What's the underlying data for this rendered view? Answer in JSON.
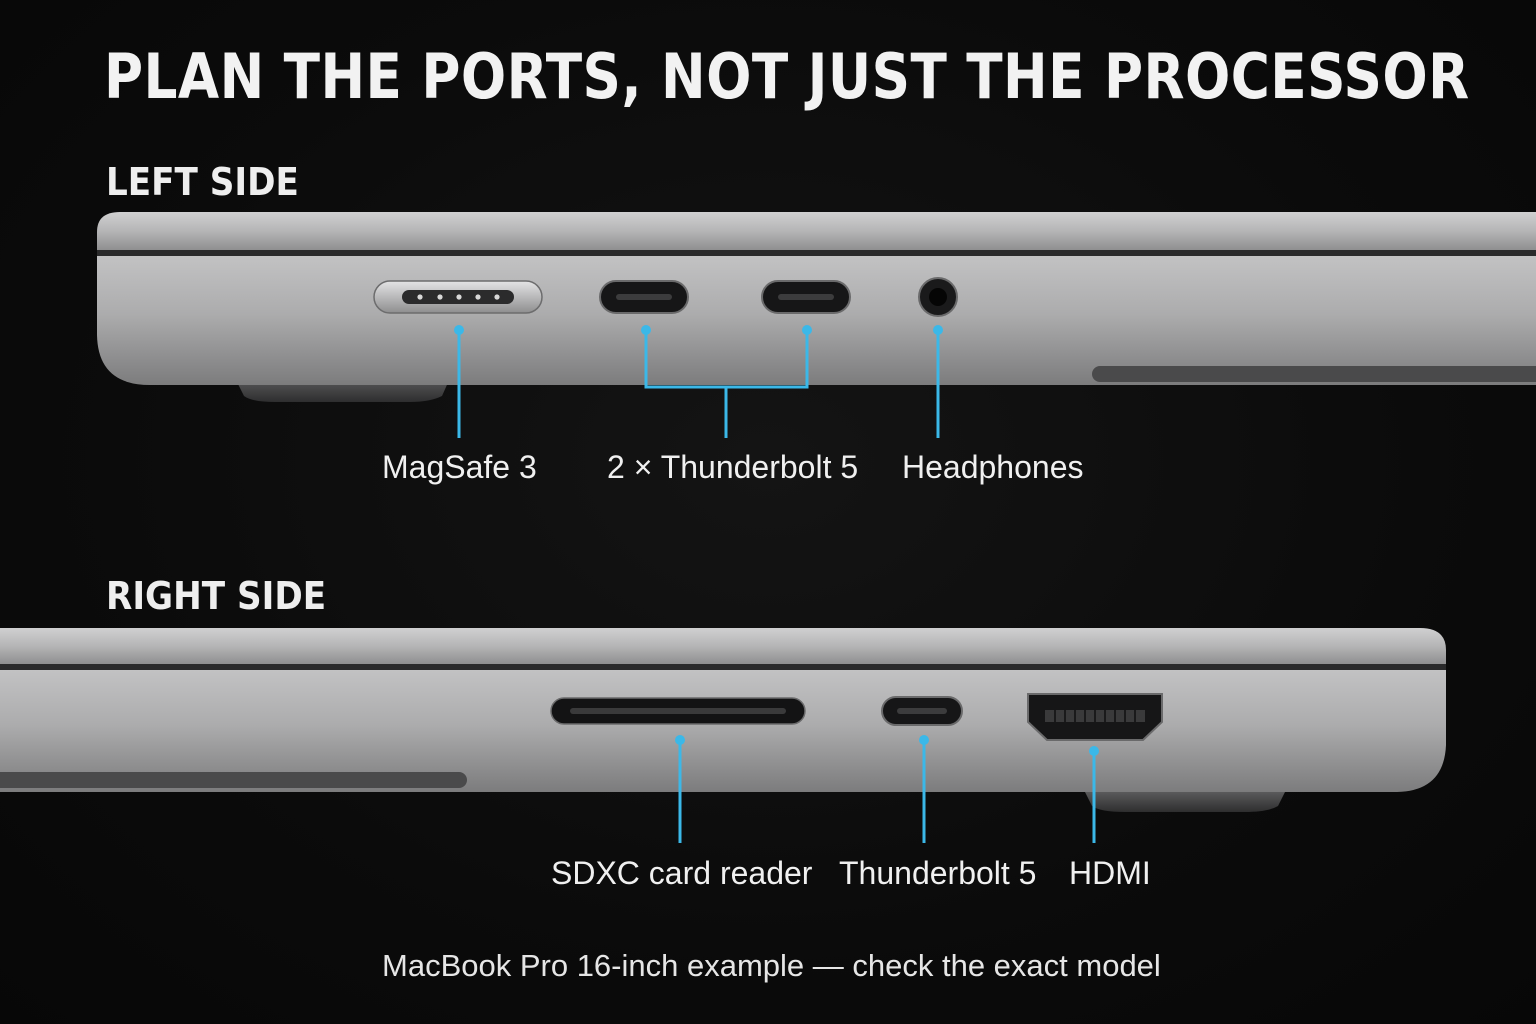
{
  "title": "PLAN THE PORTS, NOT JUST THE PROCESSOR",
  "left_side": {
    "heading": "LEFT SIDE",
    "ports": [
      {
        "label": "MagSafe 3",
        "icon": "magsafe-port-icon"
      },
      {
        "label": "2 × Thunderbolt 5",
        "icon": "thunderbolt-port-icon"
      },
      {
        "label": "Headphones",
        "icon": "headphone-jack-icon"
      }
    ]
  },
  "right_side": {
    "heading": "RIGHT SIDE",
    "ports": [
      {
        "label": "SDXC card reader",
        "icon": "sd-card-slot-icon"
      },
      {
        "label": "Thunderbolt 5",
        "icon": "thunderbolt-port-icon"
      },
      {
        "label": "HDMI",
        "icon": "hdmi-port-icon"
      }
    ]
  },
  "footer": "MacBook Pro 16-inch example — check the exact model",
  "colors": {
    "background": "#0b0b0b",
    "laptop_body": "#a9a9aa",
    "callout_line": "#3bb8e8",
    "text": "#f0f0f0"
  }
}
